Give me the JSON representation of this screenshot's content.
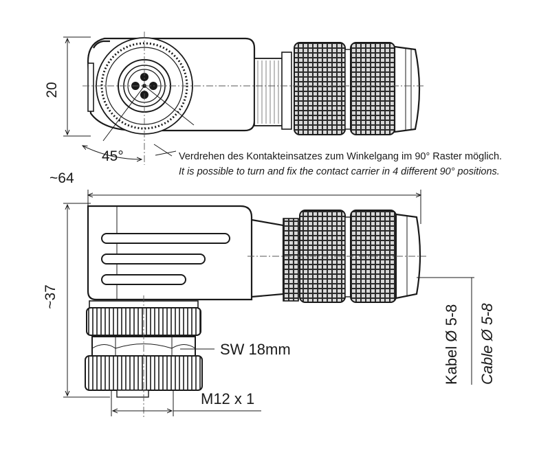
{
  "labels": {
    "dim_top_height": "20",
    "angle": "45°",
    "dim_length": "~64",
    "dim_side_height": "~37",
    "wrench_size": "SW 18mm",
    "thread": "M12 x 1",
    "cable_de": "Kabel Ø 5-8",
    "cable_en": "Cable Ø 5-8"
  },
  "notes": {
    "german": "Verdrehen des Kontakteinsatzes zum Winkelgang im 90° Raster möglich.",
    "english": "It is possible to turn and fix the contact carrier in 4 different 90° positions."
  },
  "colors": {
    "line": "#1a1a1a",
    "knurl_dark": "#2a2a2a",
    "knurl_light": "#d8d8d8",
    "background": "#ffffff"
  },
  "icons": [
    "connector-top-view",
    "connector-side-view",
    "knurled-nut",
    "hex-nut",
    "contact-face"
  ]
}
